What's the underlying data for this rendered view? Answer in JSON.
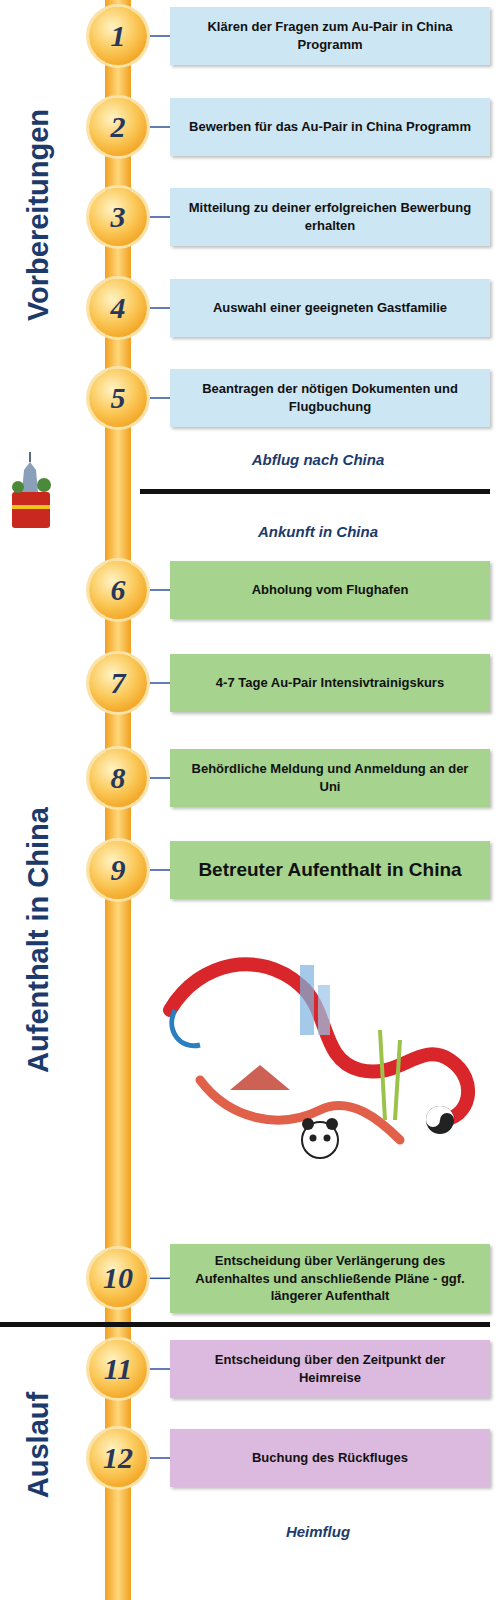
{
  "diagram": {
    "nodes": [
      {
        "text": [
          "1"
        ]
      },
      {
        "text": [
          "Klären der Fragen zum Au-Pair in China Programm"
        ]
      },
      {
        "text": [
          "2"
        ]
      },
      {
        "text": [
          "Bewerben für das Au-Pair in China Programm"
        ]
      },
      {
        "text": [
          "3"
        ]
      },
      {
        "text": [
          "Mitteilung zu deiner erfolgreichen Bewerbung erhalten"
        ]
      },
      {
        "text": [
          "4"
        ]
      },
      {
        "text": [
          "Auswahl einer geeigneten Gastfamilie"
        ]
      },
      {
        "text": [
          "5"
        ]
      },
      {
        "text": [
          "Beantragen der nötigen Dokumenten und Flugbuchung"
        ]
      },
      {
        "text": [
          "6"
        ]
      },
      {
        "text": [
          "Abholung vom Flughafen"
        ]
      },
      {
        "text": [
          "7"
        ]
      },
      {
        "text": [
          "4-7 Tage Au-Pair Intensivtrainigskurs"
        ]
      },
      {
        "text": [
          "8"
        ]
      },
      {
        "text": [
          "Behördliche Meldung und Anmeldung an der Uni"
        ]
      },
      {
        "text": [
          "9"
        ]
      },
      {
        "text": [
          "Betreuter Aufenthalt in China"
        ]
      },
      {
        "text": [
          "10"
        ]
      },
      {
        "text": [
          "Entscheidung über Verlängerung des Aufenhaltes und anschließende Pläne - ggf. längerer Aufenthalt"
        ]
      },
      {
        "text": [
          "11"
        ]
      },
      {
        "text": [
          "Entscheidung über den Zeitpunkt der Heimreise"
        ]
      },
      {
        "text": [
          "12"
        ]
      },
      {
        "text": [
          "Buchung des Rückfluges"
        ]
      }
    ],
    "edges": [
      {
        "from": 0,
        "to": 1,
        "arrow": "none"
      },
      {
        "from": 2,
        "to": 3,
        "arrow": "none"
      },
      {
        "from": 4,
        "to": 5,
        "arrow": "none"
      },
      {
        "from": 6,
        "to": 7,
        "arrow": "none"
      },
      {
        "from": 8,
        "to": 9,
        "arrow": "none"
      },
      {
        "from": 10,
        "to": 11,
        "arrow": "none"
      },
      {
        "from": 12,
        "to": 13,
        "arrow": "none"
      },
      {
        "from": 14,
        "to": 15,
        "arrow": "none"
      },
      {
        "from": 16,
        "to": 17,
        "arrow": "none"
      },
      {
        "from": 18,
        "to": 19,
        "arrow": "none"
      },
      {
        "from": 20,
        "to": 21,
        "arrow": "none"
      },
      {
        "from": 22,
        "to": 23,
        "arrow": "none"
      }
    ],
    "labels": [
      "Vorbereitungen",
      "Abflug nach China",
      "Ankunft in China",
      "Aufenthalt in China",
      "Auslauf",
      "Heimflug"
    ]
  }
}
